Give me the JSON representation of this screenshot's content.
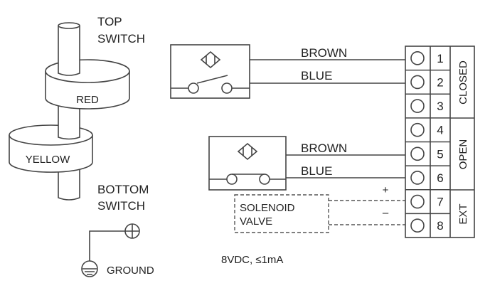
{
  "float_assembly": {
    "top_switch": [
      "TOP",
      "SWITCH"
    ],
    "bottom_switch": [
      "BOTTOM",
      "SWITCH"
    ],
    "red_float": "RED",
    "yellow_float": "YELLOW",
    "ground": "GROUND"
  },
  "top_sensor": {
    "wire1": "BROWN",
    "wire2": "BLUE"
  },
  "bottom_sensor": {
    "wire1": "BROWN",
    "wire2": "BLUE"
  },
  "solenoid": {
    "line1": "SOLENOID",
    "line2": "VALVE",
    "plus": "+",
    "minus": "–"
  },
  "terminal_block": {
    "numbers": [
      "1",
      "2",
      "3",
      "4",
      "5",
      "6",
      "7",
      "8"
    ],
    "groups": [
      "CLOSED",
      "OPEN",
      "EXT"
    ]
  },
  "rating": "8VDC, ≤1mA"
}
